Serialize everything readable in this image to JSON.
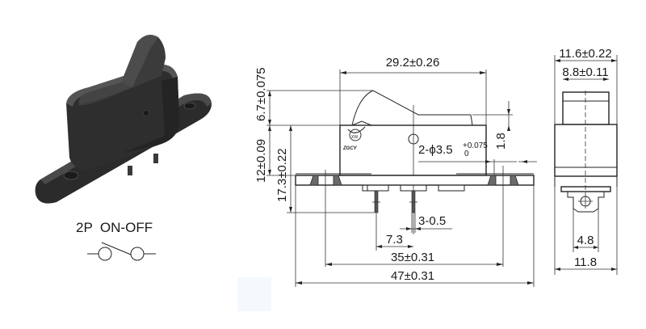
{
  "product": {
    "view_3d_label": "rocker-switch-3d-render",
    "schematic": {
      "label": "2P  ON-OFF",
      "symbol": "switch-spst-open-icon"
    },
    "colors": {
      "line": "#222222",
      "switch_body": "#2b2b2b",
      "switch_highlight": "#4a4a4a",
      "hatch": "#6b6b6b",
      "background": "#ffffff",
      "watermark_box": "#f4f9fe"
    }
  },
  "front_view": {
    "logo": {
      "mark": "XW",
      "brand": "ZGCY"
    },
    "dimensions": {
      "top_width": "29.2±0.26",
      "rocker_height": "6.7±0.075",
      "body_height": "12±0.09",
      "total_height": "17.3±0.22",
      "rocker_step": "1.8",
      "mount_holes_main": "2-ϕ3.5",
      "mount_holes_tol_upper": "+0.075",
      "mount_holes_tol_lower": "0",
      "terminal_thickness": "3-0.5",
      "terminal_pitch": "7.3",
      "hole_spacing": "35±0.31",
      "overall_length": "47±0.31"
    }
  },
  "side_view": {
    "dimensions": {
      "body_width": "11.6±0.22",
      "rocker_width": "8.8±0.11",
      "terminal_width": "4.8",
      "flange_width": "11.8"
    }
  }
}
